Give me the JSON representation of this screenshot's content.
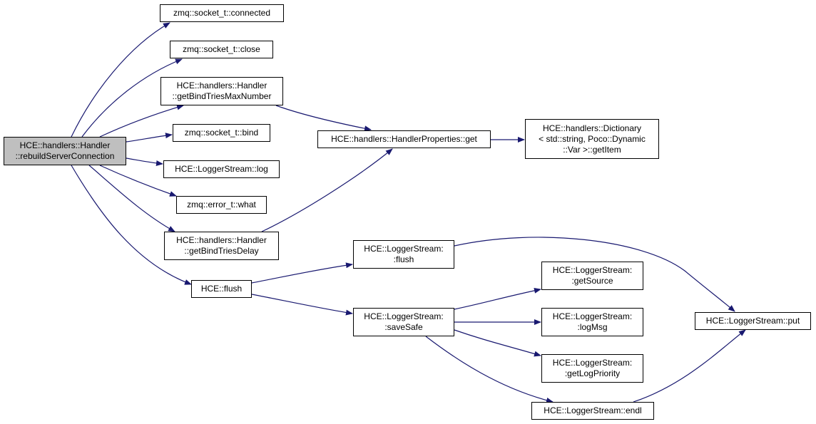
{
  "colors": {
    "edge": "#191970",
    "node_border": "#000000",
    "root_fill": "#bfbfbf",
    "node_fill": "#ffffff"
  },
  "nodes": {
    "root": {
      "line1": "HCE::handlers::Handler",
      "line2": "::rebuildServerConnection"
    },
    "connected": {
      "line1": "zmq::socket_t::connected"
    },
    "close": {
      "line1": "zmq::socket_t::close"
    },
    "getBindTriesMaxNumber": {
      "line1": "HCE::handlers::Handler",
      "line2": "::getBindTriesMaxNumber"
    },
    "bind": {
      "line1": "zmq::socket_t::bind"
    },
    "log": {
      "line1": "HCE::LoggerStream::log"
    },
    "what": {
      "line1": "zmq::error_t::what"
    },
    "getBindTriesDelay": {
      "line1": "HCE::handlers::Handler",
      "line2": "::getBindTriesDelay"
    },
    "hceFlush": {
      "line1": "HCE::flush"
    },
    "propGet": {
      "line1": "HCE::handlers::HandlerProperties::get"
    },
    "getItem": {
      "line1": "HCE::handlers::Dictionary",
      "line2": "< std::string, Poco::Dynamic",
      "line3": "::Var >::getItem"
    },
    "lsFlush": {
      "line1": "HCE::LoggerStream:",
      "line2": ":flush"
    },
    "saveSafe": {
      "line1": "HCE::LoggerStream:",
      "line2": ":saveSafe"
    },
    "getSource": {
      "line1": "HCE::LoggerStream:",
      "line2": ":getSource"
    },
    "logMsg": {
      "line1": "HCE::LoggerStream:",
      "line2": ":logMsg"
    },
    "getLogPriority": {
      "line1": "HCE::LoggerStream:",
      "line2": ":getLogPriority"
    },
    "endl": {
      "line1": "HCE::LoggerStream::endl"
    },
    "put": {
      "line1": "HCE::LoggerStream::put"
    }
  },
  "edges": [
    [
      "root",
      "connected"
    ],
    [
      "root",
      "close"
    ],
    [
      "root",
      "getBindTriesMaxNumber"
    ],
    [
      "root",
      "bind"
    ],
    [
      "root",
      "log"
    ],
    [
      "root",
      "what"
    ],
    [
      "root",
      "getBindTriesDelay"
    ],
    [
      "root",
      "hceFlush"
    ],
    [
      "getBindTriesMaxNumber",
      "propGet"
    ],
    [
      "getBindTriesDelay",
      "propGet"
    ],
    [
      "propGet",
      "getItem"
    ],
    [
      "hceFlush",
      "lsFlush"
    ],
    [
      "hceFlush",
      "saveSafe"
    ],
    [
      "lsFlush",
      "put"
    ],
    [
      "saveSafe",
      "getSource"
    ],
    [
      "saveSafe",
      "logMsg"
    ],
    [
      "saveSafe",
      "getLogPriority"
    ],
    [
      "saveSafe",
      "endl"
    ],
    [
      "endl",
      "put"
    ]
  ]
}
